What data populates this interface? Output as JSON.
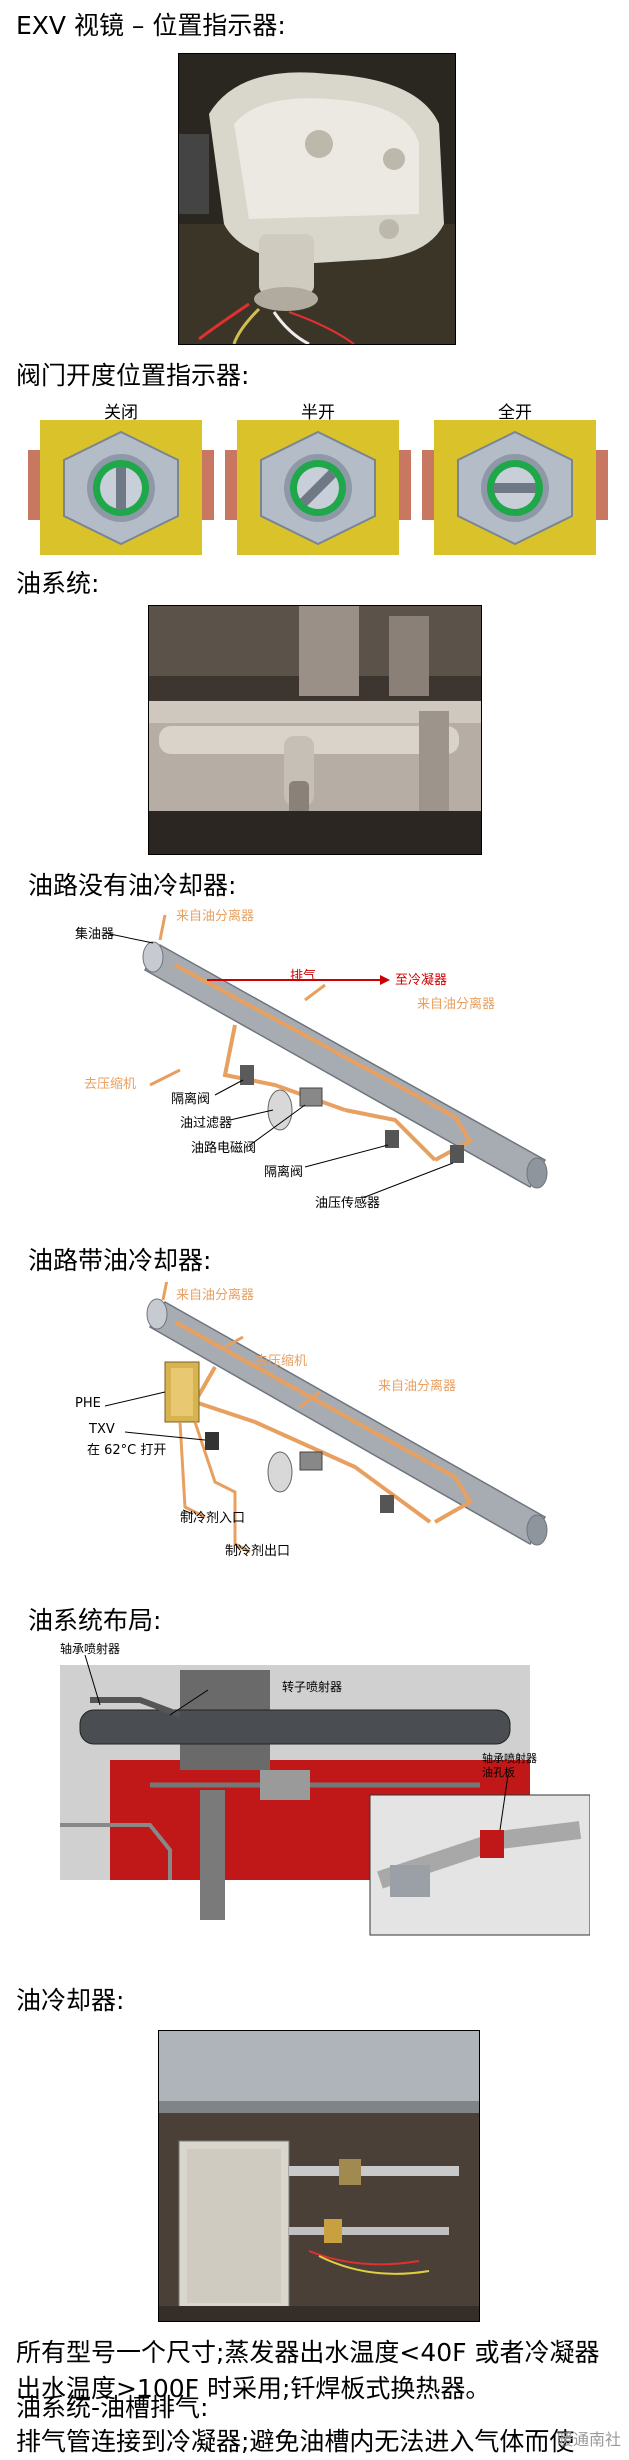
{
  "headings": {
    "exv_sight_glass": "EXV 视镜 – 位置指示器:",
    "valve_position": "阀门开度位置指示器:",
    "oil_system": "油系统:",
    "oil_no_cooler": "油路没有油冷却器:",
    "oil_with_cooler": "油路带油冷却器:",
    "oil_layout": "油系统布局:",
    "oil_cooler": "油冷却器:"
  },
  "valve_indicators": [
    {
      "label": "关闭"
    },
    {
      "label": "半开"
    },
    {
      "label": "全开"
    }
  ],
  "diagram_no_cooler": {
    "collector": "集油器",
    "from_separator_1": "来自油分离器",
    "discharge": "排气",
    "to_condenser": "至冷凝器",
    "from_separator_2": "来自油分离器",
    "to_compressor": "去压缩机",
    "isolation_valve_1": "隔离阀",
    "oil_filter": "油过滤器",
    "oil_solenoid": "油路电磁阀",
    "isolation_valve_2": "隔离阀",
    "oil_pressure_sensor": "油压传感器"
  },
  "diagram_with_cooler": {
    "from_separator_1": "来自油分离器",
    "to_compressor": "去压缩机",
    "from_separator_2": "来自油分离器",
    "phe": "PHE",
    "txv": "TXV",
    "txv_note": "在 62°C 打开",
    "refrigerant_in": "制冷剂入口",
    "refrigerant_out": "制冷剂出口"
  },
  "layout_diagram": {
    "bearing_ejector": "轴承喷射器",
    "rotor_ejector": "转子喷射器",
    "bearing_ejector_orifice_1": "轴承喷射器",
    "bearing_ejector_orifice_2": "油孔板"
  },
  "paragraphs": {
    "p1": "所有型号一个尺寸;蒸发器出水温度<40F 或者冷凝器出水温度>100F 时采用;钎焊板式换热器。",
    "p2": "油系统-油槽排气:",
    "p3": "排气管连接到冷凝器;避免油槽内无法进入气体而使"
  },
  "watermark": "暖通南社",
  "colors": {
    "orange": "#e8a060",
    "red": "#cc0000",
    "yellow": "#d9c22a",
    "green": "#1fa84a"
  }
}
